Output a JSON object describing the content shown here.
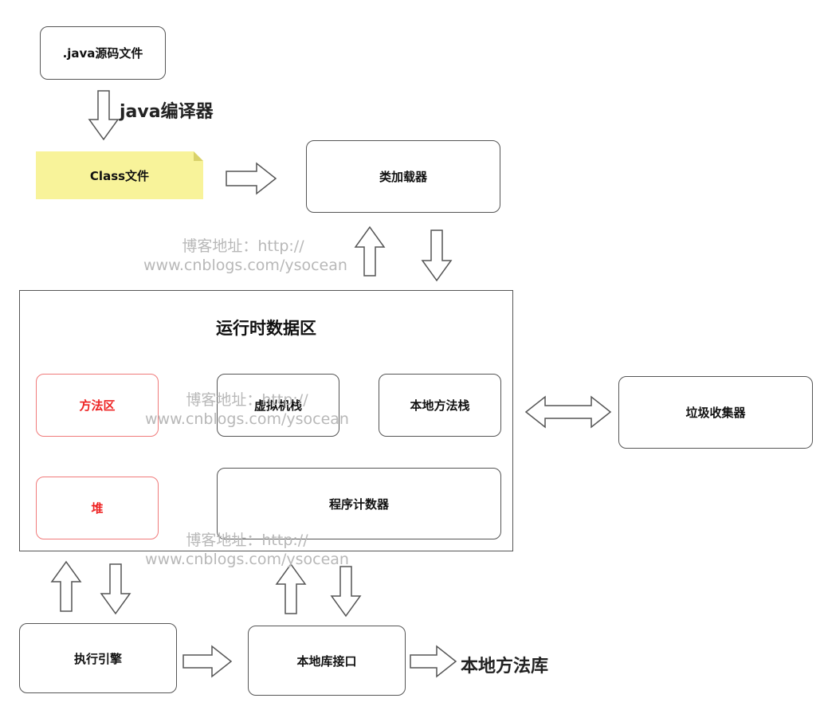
{
  "nodes": {
    "java_source": ".java源码文件",
    "class_file": "Class文件",
    "class_loader": "类加载器",
    "runtime_area_title": "运行时数据区",
    "method_area": "方法区",
    "vm_stack": "虚拟机栈",
    "native_method_stack": "本地方法栈",
    "heap": "堆",
    "program_counter": "程序计数器",
    "garbage_collector": "垃圾收集器",
    "execution_engine": "执行引擎",
    "native_interface": "本地库接口"
  },
  "labels": {
    "java_compiler": "java编译器",
    "native_library": "本地方法库"
  },
  "watermark": {
    "line1": "博客地址：http://",
    "line2": "www.cnblogs.com/ysocean"
  },
  "colors": {
    "border": "#555555",
    "highlight_red": "#ee2222",
    "note_yellow": "#f8f39a",
    "watermark_gray": "#b8b8b8"
  }
}
